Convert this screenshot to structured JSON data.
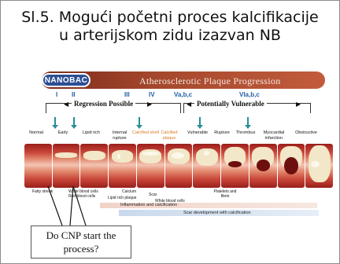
{
  "slide": {
    "title_line1": "Sl.5. Mogući početni proces kalcifikacije",
    "title_line2": "u arterijskom zidu izazvan NB"
  },
  "banner": {
    "logo": "NANOBAC",
    "title": "Atherosclerotic Plaque Progression",
    "colors": {
      "banner": "#a4482d",
      "logo_fill": "#2c4f93"
    }
  },
  "stage_numbers": [
    "I",
    "II",
    "III",
    "IV",
    "Va,b,c",
    "VIa,b,c"
  ],
  "brackets": {
    "regression": "Regression Possible",
    "vulnerable": "Potentially Vulnerable"
  },
  "stages": [
    {
      "label": "Normal",
      "color": "#111111"
    },
    {
      "label": "Early",
      "color": "#111111"
    },
    {
      "label": "Lipid rich",
      "color": "#111111"
    },
    {
      "label": "Internal rupture",
      "color": "#111111"
    },
    {
      "label": "Calcified shell",
      "color": "#d97a1f"
    },
    {
      "label": "Calcified plaque",
      "color": "#d97a1f"
    },
    {
      "label": "Vulnerable",
      "color": "#111111"
    },
    {
      "label": "Rupture",
      "color": "#111111"
    },
    {
      "label": "Thrombus",
      "color": "#111111"
    },
    {
      "label": "Myocardial infarction",
      "color": "#111111"
    },
    {
      "label": "Obstructive",
      "color": "#111111"
    }
  ],
  "annotations": {
    "fatty_streak": "Fatty streak",
    "white_red_cells": "White blood cells Red blood cells",
    "lipid_rich_plaque": "Lipid rich plaque",
    "calcium": "Calcium",
    "scar": "Scar",
    "white_blood_cells": "White blood cells",
    "platelets_fibrin": "Platelets and fibrin"
  },
  "bars": {
    "inflammation": "Inflammation and calcification",
    "scar_development": "Scar development with calcification"
  },
  "callout": {
    "line1": "Do CNP start the",
    "line2": "process?"
  }
}
